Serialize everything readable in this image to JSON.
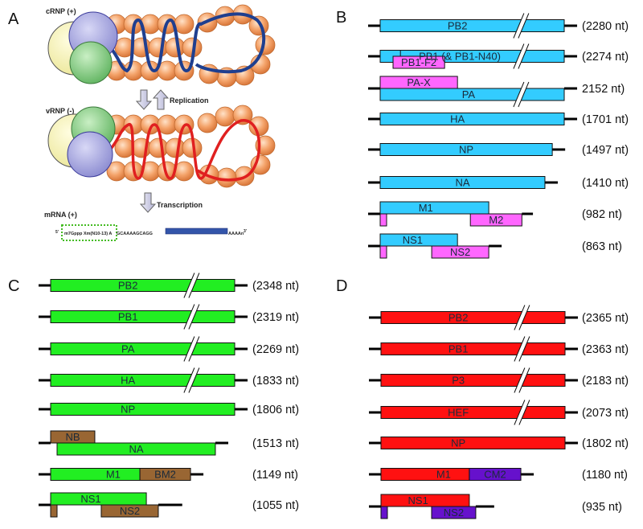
{
  "panel_a": {
    "letter": "A",
    "crnp_label": "cRNP (+)",
    "vrnp_label": "vRNP (-)",
    "replication_label": "Replication",
    "transcription_label": "Transcription",
    "mrna_label": "mRNA (+)",
    "mrna_five_prime": "5'",
    "mrna_cap": "m7Gppp Xm(N10-13) A",
    "mrna_sequence": "GCAAAAGCAGG",
    "mrna_polya": "AAAAn",
    "mrna_three_prime": "3'",
    "colors": {
      "crnp_helix": "#1f3f8f",
      "vrnp_helix": "#e02020",
      "np_bead": "#f4a36a",
      "pb2": "#f3f0a0",
      "pb1": "#9a9ad8",
      "pa": "#7cc47c",
      "cap_box": "#44bb22"
    }
  },
  "panels": [
    {
      "letter": "B",
      "primary_color": "#33ccff",
      "secondary_color": "#ff66ff",
      "segments": [
        {
          "name": "PB2",
          "length": "(2280 nt)",
          "break": true,
          "label": "PB2"
        },
        {
          "name": "PB1",
          "length": "(2274 nt)",
          "break": true,
          "label": "PB1 (& PB1-N40)",
          "extra": "PB1-F2"
        },
        {
          "name": "PA",
          "length": "2152 nt)",
          "break": true,
          "label": "PA",
          "extra": "PA-X"
        },
        {
          "name": "HA",
          "length": "(1701 nt)",
          "break": false,
          "label": "HA"
        },
        {
          "name": "NP",
          "length": "(1497 nt)",
          "break": false,
          "label": "NP"
        },
        {
          "name": "NA",
          "length": "(1410 nt)",
          "break": false,
          "label": "NA"
        },
        {
          "name": "M",
          "length": "(982 nt)",
          "break": false,
          "label": "M1",
          "extra": "M2"
        },
        {
          "name": "NS",
          "length": "(863 nt)",
          "break": false,
          "label": "NS1",
          "extra": "NS2"
        }
      ]
    },
    {
      "letter": "C",
      "primary_color": "#22ee22",
      "secondary_color": "#996633",
      "segments": [
        {
          "name": "PB2",
          "length": "(2348 nt)",
          "break": true,
          "label": "PB2"
        },
        {
          "name": "PB1",
          "length": "(2319 nt)",
          "break": true,
          "label": "PB1"
        },
        {
          "name": "PA",
          "length": "(2269 nt)",
          "break": true,
          "label": "PA"
        },
        {
          "name": "HA",
          "length": "(1833 nt)",
          "break": true,
          "label": "HA"
        },
        {
          "name": "NP",
          "length": "(1806 nt)",
          "break": false,
          "label": "NP"
        },
        {
          "name": "NA",
          "length": "(1513 nt)",
          "break": false,
          "label": "NA",
          "extra": "NB"
        },
        {
          "name": "M",
          "length": "(1149 nt)",
          "break": false,
          "label": "M1",
          "extra": "BM2"
        },
        {
          "name": "NS",
          "length": "(1055 nt)",
          "break": false,
          "label": "NS1",
          "extra": "NS2"
        }
      ]
    },
    {
      "letter": "D",
      "primary_color": "#ff1111",
      "secondary_color": "#6611cc",
      "segments": [
        {
          "name": "PB2",
          "length": "(2365 nt)",
          "break": true,
          "label": "PB2"
        },
        {
          "name": "PB1",
          "length": "(2363 nt)",
          "break": true,
          "label": "PB1"
        },
        {
          "name": "P3",
          "length": "(2183 nt)",
          "break": true,
          "label": "P3"
        },
        {
          "name": "HEF",
          "length": "(2073 nt)",
          "break": true,
          "label": "HEF"
        },
        {
          "name": "NP",
          "length": "(1802 nt)",
          "break": false,
          "label": "NP"
        },
        {
          "name": "M",
          "length": "(1180 nt)",
          "break": false,
          "label": "M1",
          "extra": "CM2"
        },
        {
          "name": "NS",
          "length": "(935 nt)",
          "break": false,
          "label": "NS1",
          "extra": "NS2"
        }
      ]
    }
  ]
}
